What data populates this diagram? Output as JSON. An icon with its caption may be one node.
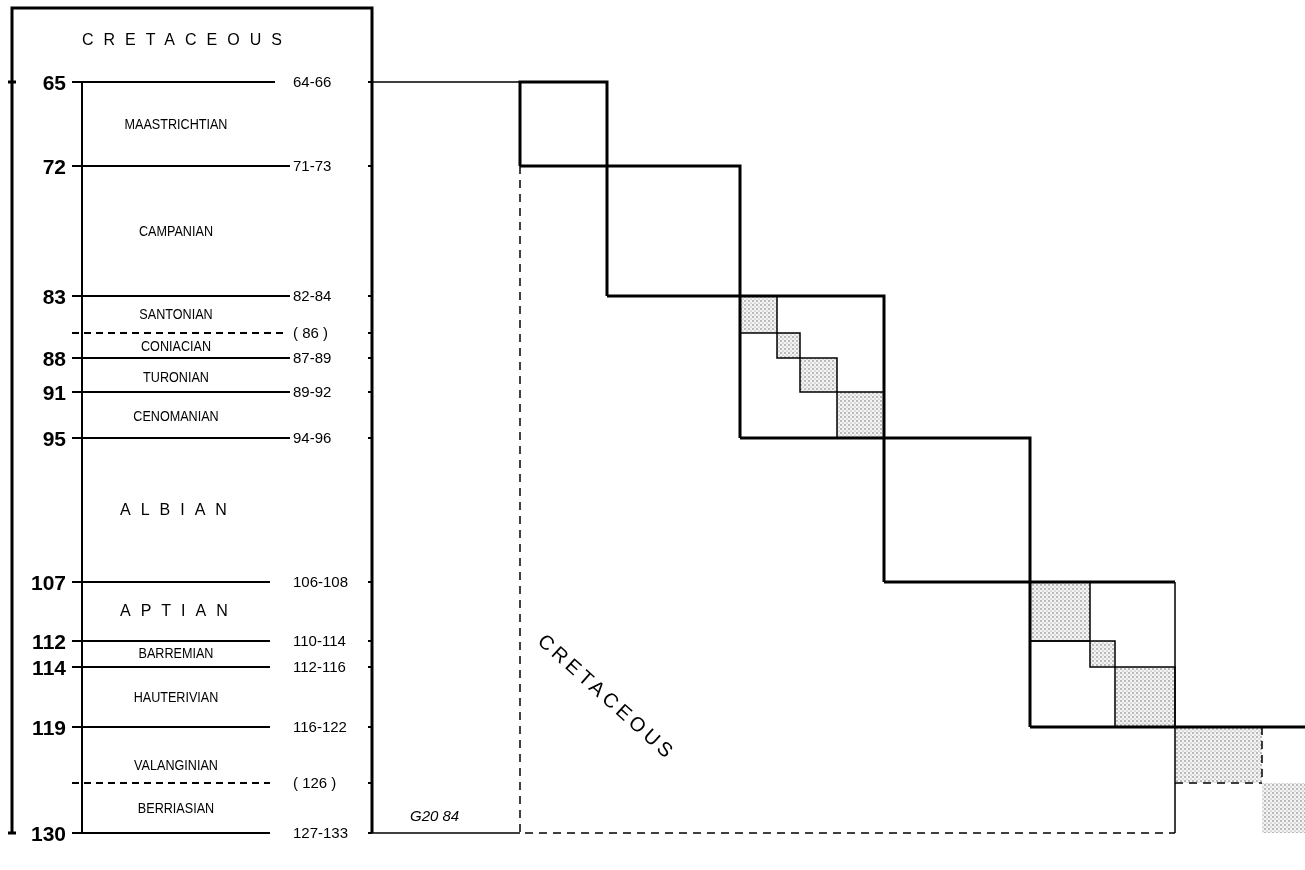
{
  "diagram": {
    "title": "CRETACEOUS",
    "labels": [
      "65",
      "64-66",
      "MAASTRICHTIAN",
      "72",
      "71-73",
      "CAMPANIAN",
      "83",
      "82-84",
      "SANTONIAN",
      "( 86 )",
      "CONIACIAN",
      "88",
      "87-89",
      "TURONIAN",
      "91",
      "89-92",
      "CENOMANIAN",
      "95",
      "94-96",
      "ALBIAN",
      "107",
      "106-108",
      "APTIAN",
      "112",
      "110-114",
      "BARREMIAN",
      "114",
      "112-116",
      "HAUTERIVIAN",
      "119",
      "116-122",
      "VALANGINIAN",
      "( 126 )",
      "BERRIASIAN",
      "130",
      "127-133",
      "CRETACEOUS",
      "G20 84"
    ]
  }
}
